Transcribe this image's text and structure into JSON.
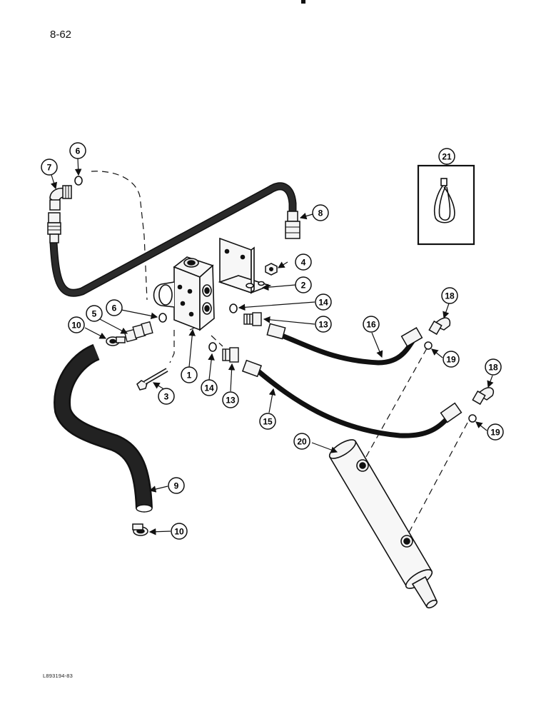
{
  "page_number": "8-62",
  "figure_code": "L893194-83",
  "colors": {
    "ink": "#111111",
    "paper": "#ffffff",
    "hose": "#1a1a1a",
    "part": "#f4f4f4"
  },
  "callouts": {
    "c1": "1",
    "c2": "2",
    "c3": "3",
    "c4": "4",
    "c5": "5",
    "c6a": "6",
    "c6b": "6",
    "c7": "7",
    "c8": "8",
    "c9": "9",
    "c10a": "10",
    "c10b": "10",
    "c13a": "13",
    "c13b": "13",
    "c14a": "14",
    "c14b": "14",
    "c15": "15",
    "c16": "16",
    "c18a": "18",
    "c18b": "18",
    "c19a": "19",
    "c19b": "19",
    "c20": "20",
    "c21": "21"
  }
}
